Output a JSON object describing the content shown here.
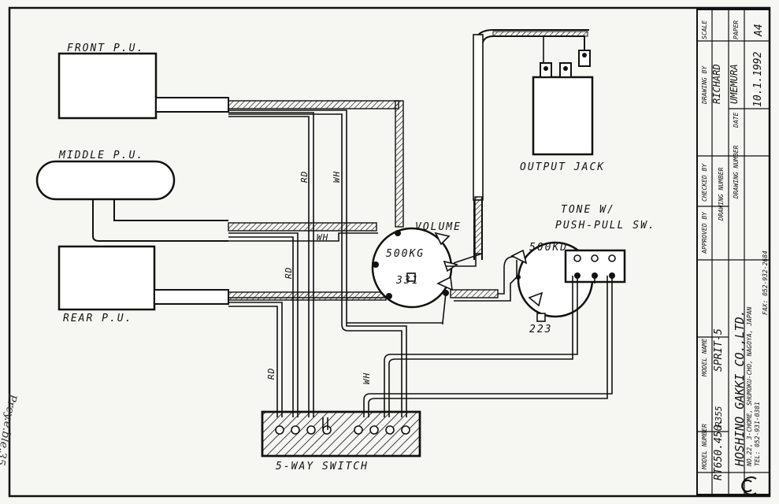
{
  "components": {
    "front_pu": "FRONT P.U.",
    "middle_pu": "MIDDLE P.U.",
    "rear_pu": "REAR P.U.",
    "output_jack": "OUTPUT JACK",
    "volume": "VOLUME",
    "volume_value": "500KG",
    "volume_cap": "331",
    "tone_line1": "TONE W/",
    "tone_line2": "PUSH-PULL SW.",
    "tone_value": "500KD",
    "tone_cap": "223",
    "switch": "5-WAY SWITCH"
  },
  "wire_labels": {
    "rd": "RD",
    "wh": "WH"
  },
  "handwritten_note": "Prey.e.ble.35",
  "title_block": {
    "scale_header": "SCALE",
    "paper_header": "PAPER",
    "paper_value": "A4",
    "drawn_by_header": "DRAWING BY",
    "drawn_by_value1": "RICHARD",
    "drawn_by_value2": "UMEMURA",
    "checked_by_header": "CHECKED BY",
    "approved_by_header": "APPROVED BY",
    "date_header": "DATE",
    "date_value": "10.1.1992",
    "drawing_number_header": "DRAWING NUMBER",
    "model_name_header": "MODEL NAME",
    "model_name_value": "SPRIT-5",
    "model_number_header": "MODEL NUMBER",
    "model_number_value1": "RT650.450.",
    "model_number_value2": "R355",
    "company": "HOSHINO GAKKI CO.,LTD.",
    "address": "NO.22, 3-CHOME, SHUMOKU-CHO, NAGOYA, JAPAN",
    "tel": "TEL: 052-931-0381",
    "fax": "FAX: 052-932-2684"
  }
}
